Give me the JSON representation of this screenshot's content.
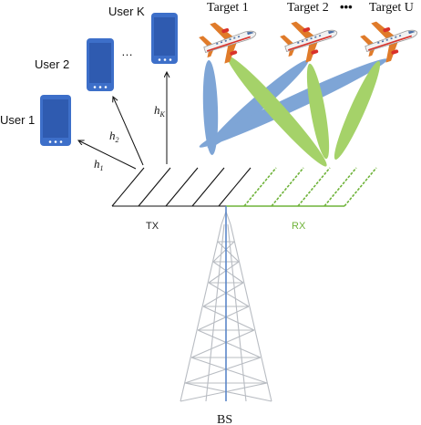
{
  "users": [
    {
      "label": "User 1"
    },
    {
      "label": "User 2"
    },
    {
      "label": "User K"
    }
  ],
  "users_ellipsis": "…",
  "channels": [
    {
      "main": "h",
      "sub": "1"
    },
    {
      "main": "h",
      "sub": "2"
    },
    {
      "main": "h",
      "sub": "K"
    }
  ],
  "targets": [
    {
      "label": "Target 1"
    },
    {
      "label": "Target 2"
    },
    {
      "label": "Target U"
    }
  ],
  "targets_ellipsis": "•••",
  "array": {
    "tx_label": "TX",
    "rx_label": "RX"
  },
  "base_station": {
    "label": "BS"
  },
  "colors": {
    "tx_beam": "#5b8ccb",
    "rx_beam": "#8cc63f",
    "phone": "#3d6fc9",
    "tower": "#b8bcc2",
    "tower_core": "#5a86c8"
  }
}
